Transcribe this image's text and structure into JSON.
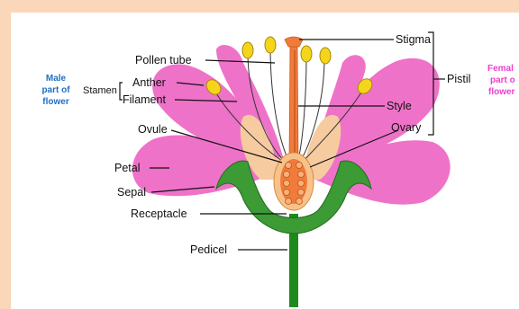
{
  "labels": {
    "pollen_tube": "Pollen tube",
    "anther": "Anther",
    "filament": "Filament",
    "stamen": "Stamen",
    "ovule": "Ovule",
    "petal": "Petal",
    "sepal": "Sepal",
    "receptacle": "Receptacle",
    "pedicel": "Pedicel",
    "stigma": "Stigma",
    "style": "Style",
    "ovary": "Ovary",
    "pistil": "Pistil"
  },
  "side_labels": {
    "male": [
      "Male",
      "part of",
      "flower"
    ],
    "female": [
      "Femal",
      "part o",
      "flower"
    ]
  },
  "colors": {
    "background": "#f9d7b8",
    "petal": "#ee6fc9",
    "sepal": "#2e8b2e",
    "ovary": "#f07b3a",
    "pollen": "#f2d21a",
    "male_text": "#1f6fc4",
    "female_text": "#ee3fd0"
  }
}
